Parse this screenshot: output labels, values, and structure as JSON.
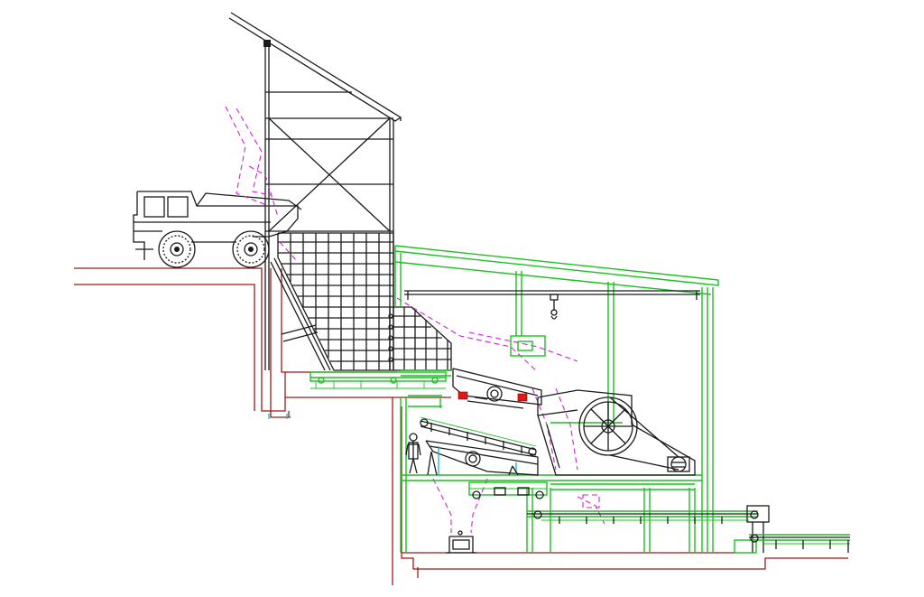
{
  "drawing": {
    "kind": "crushing-plant-elevation",
    "colors": {
      "structure": "#1a1a1a",
      "building": "#19c21f",
      "ground": "#a01818",
      "flow": "#d21fd6",
      "accent": "#19b3c9",
      "motor": "#e01818",
      "background": "#ffffff"
    },
    "components": [
      "dump-truck",
      "receiving-hopper",
      "hoist-crane",
      "vibrating-feeder",
      "jaw-crusher",
      "vibrating-screen",
      "belt-conveyor",
      "operator-figure"
    ]
  }
}
